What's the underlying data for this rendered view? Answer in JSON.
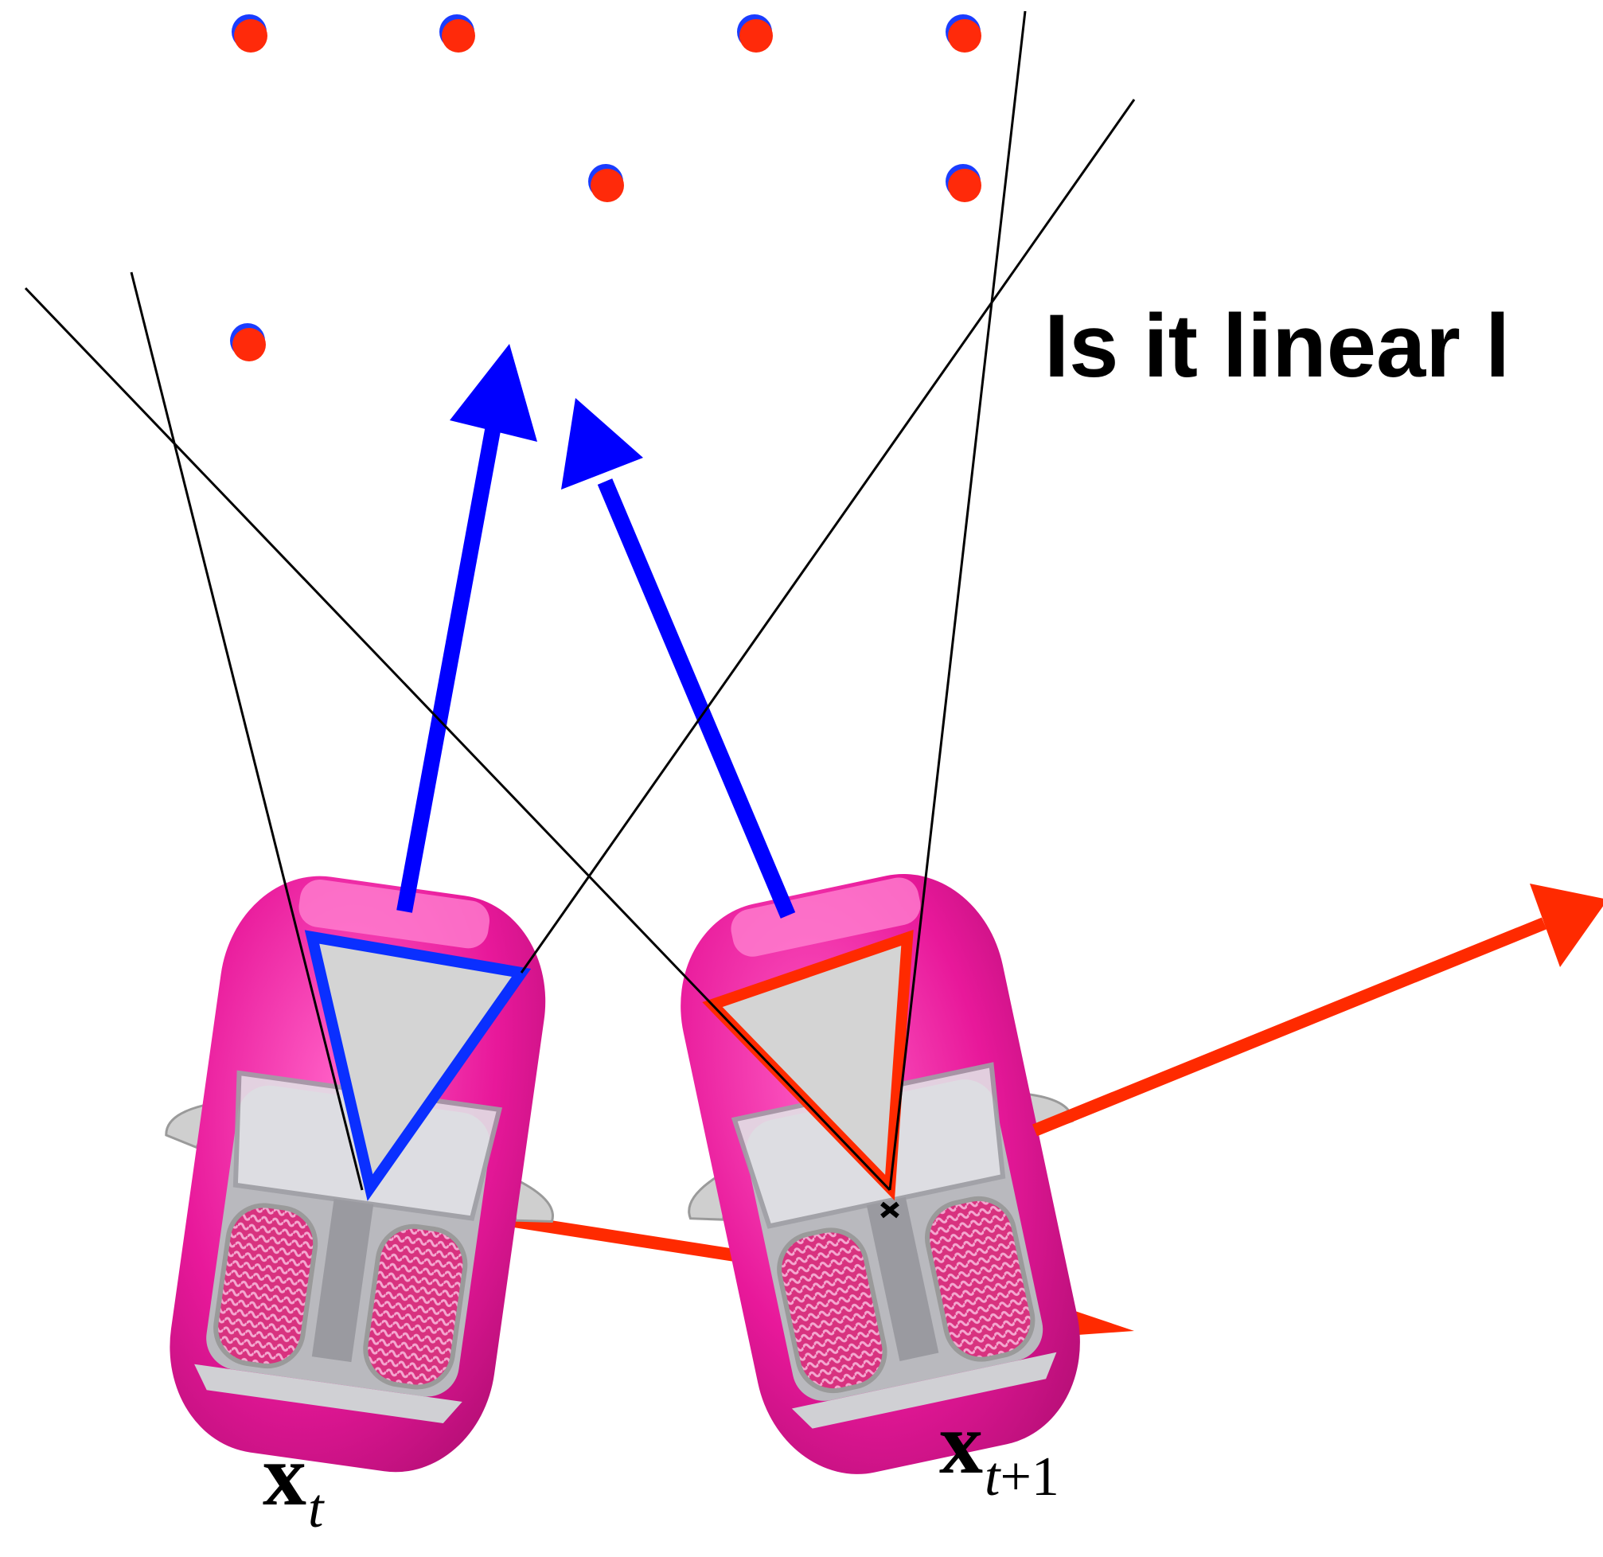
{
  "headline": "Is it linear l",
  "labels": {
    "x_t": {
      "base": "x",
      "sub": "t"
    },
    "x_t1": {
      "base": "x",
      "sub_var": "t",
      "sub_rest": "+1"
    }
  },
  "colors": {
    "background": "#ffffff",
    "landmark_fill": "#ff2a0a",
    "landmark_outline": "#1a3cff",
    "ray_line": "#000000",
    "observation_arrow": "#0000ff",
    "motion_arrow": "#ff2a00",
    "frustum_t_outline": "#0a2fff",
    "frustum_t1_outline": "#ff2a00",
    "frustum_fill": "#d4d4d4",
    "car_body": "#e8189a",
    "car_interior": "#b9b9be"
  },
  "icons": {
    "vehicle": "car-topdown-icon",
    "camera": "camera-frustum-icon",
    "landmark": "landmark-dot-icon"
  },
  "landmark_count": 7
}
